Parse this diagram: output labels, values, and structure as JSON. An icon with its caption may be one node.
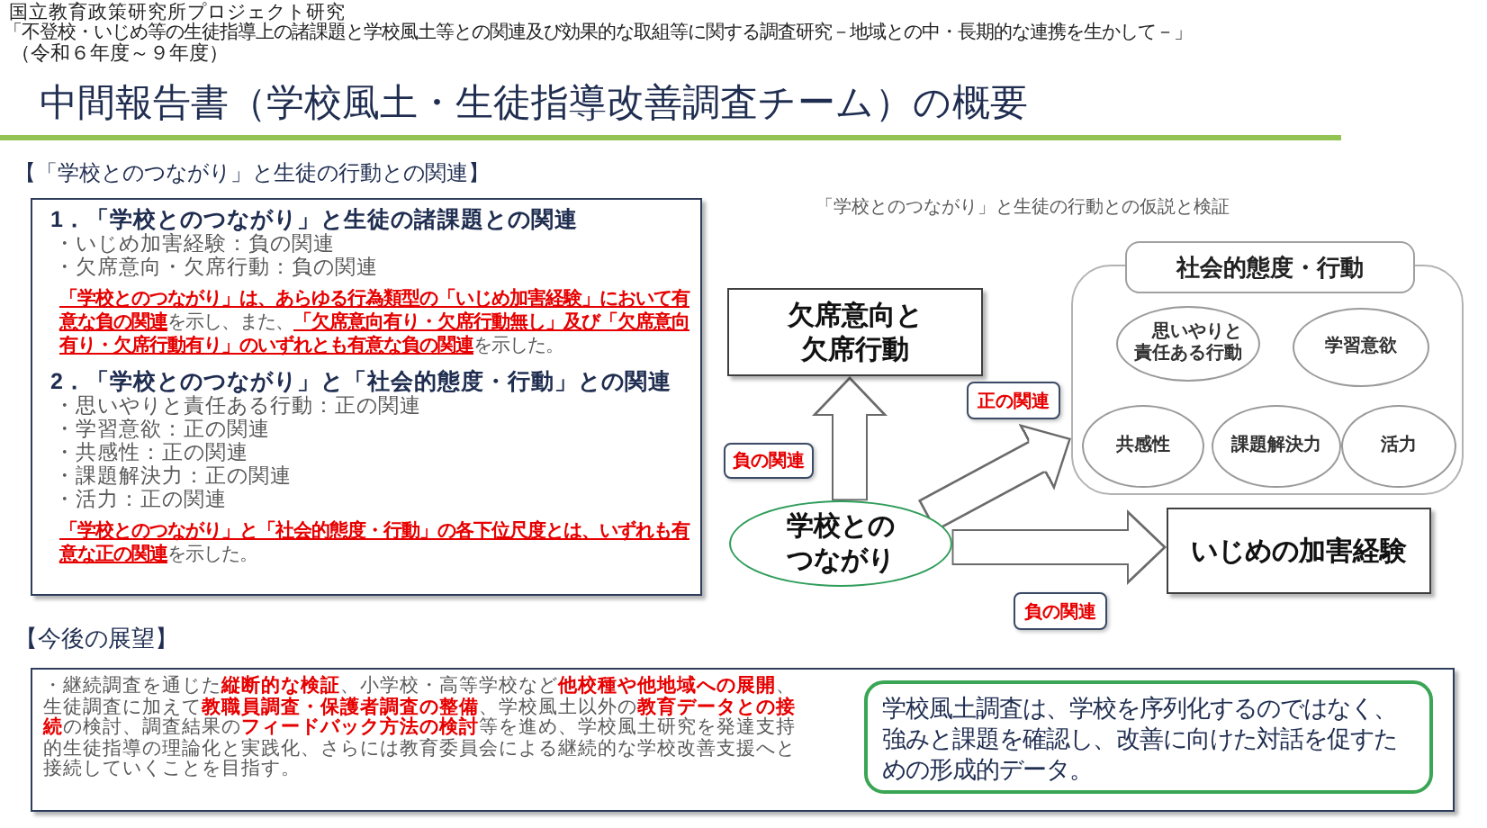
{
  "diagram": {
    "title": "中間報告書（学校風土・生徒指導改善調査チーム）の概要",
    "nodes": [
      {
        "text": [
          "1．「学校とのつながり」と生徒の諸課題との関連",
          "・いじめ加害経験：負の関連",
          "・欠席意向・欠席行動：負の関連",
          "**「学校とのつながり」は、あらゆる行為類型の「いじめ加害経験」において有意な負の関連**を示し、また、**「欠席意向有り・欠席行動無し」及び「欠席意向有り・欠席行動有り」のいずれとも有意な負の関連**を示した。",
          "2．「学校とのつながり」と「社会的態度・行動」との関連",
          "・思いやりと責任ある行動：正の関連",
          "・学習意欲：正の関連",
          "・共感性：正の関連",
          "・課題解決力：正の関連",
          "・活力：正の関連",
          "**「学校とのつながり」と「社会的態度・行動」の各下位尺度とは、いずれも有意な正の関連**を示した。"
        ]
      },
      {
        "text": [
          "欠席意向と欠席行動"
        ]
      },
      {
        "text": [
          "社会的態度・行動"
        ]
      },
      {
        "text": [
          "思いやりと責任ある行動"
        ],
        "in": 2
      },
      {
        "text": [
          "学習意欲"
        ],
        "in": 2
      },
      {
        "text": [
          "共感性"
        ],
        "in": 2
      },
      {
        "text": [
          "課題解決力"
        ],
        "in": 2
      },
      {
        "text": [
          "活力"
        ],
        "in": 2
      },
      {
        "text": [
          "学校とのつながり"
        ]
      },
      {
        "text": [
          "いじめの加害経験"
        ]
      },
      {
        "text": [
          "・継続調査を通じた**縦断的な検証**、小学校・高等学校など**他校種や他地域への展開**、生徒調査に加えて**教職員調査・保護者調査の整備**、学校風土以外の**教育データとの接続**の検討、調査結果の**フィードバック方法の検討**等を進め、学校風土研究を発達支持的生徒指導の理論化と実践化、さらには教育委員会による継続的な学校改善支援へと接続していくことを目指す。"
        ]
      },
      {
        "text": [
          "学校風土調査は、学校を序列化するのではなく、強みと課題を確認し、改善に向けた対話を促すための形成的データ。"
        ],
        "in": 10
      }
    ],
    "edges": [
      {
        "from": 8,
        "to": 1,
        "arrow": "to",
        "label": "負の関連"
      },
      {
        "from": 8,
        "to": 2,
        "arrow": "to",
        "label": "正の関連"
      },
      {
        "from": 8,
        "to": 9,
        "arrow": "to",
        "label": "負の関連"
      }
    ],
    "labels": [
      "国立教育政策研究所プロジェクト研究",
      "「不登校・いじめ等の生徒指導上の諸課題と学校風土等との関連及び効果的な取組等に関する調査研究－地域との中・長期的な連携を生かして－」",
      "（令和６年度～９年度）",
      "【「学校とのつながり」と生徒の行動との関連】",
      "「学校とのつながり」と生徒の行動との仮説と検証",
      "【今後の展望】"
    ]
  }
}
